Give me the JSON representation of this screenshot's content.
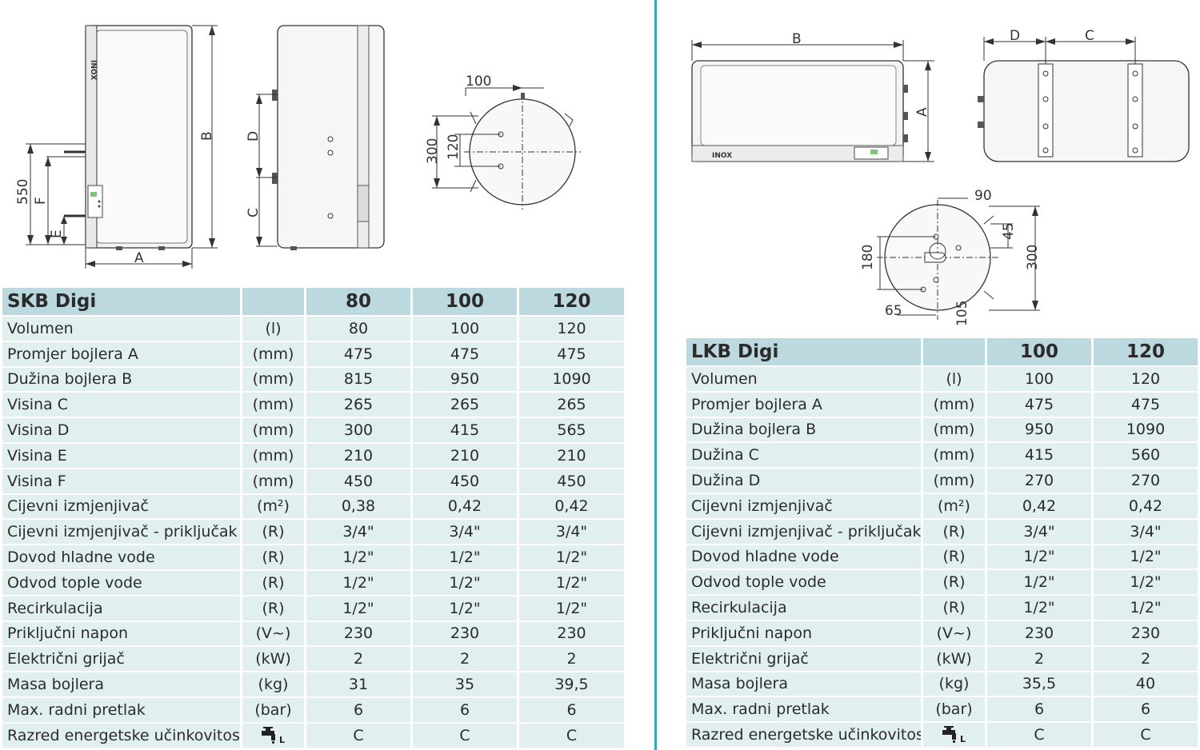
{
  "skb": {
    "title": "SKB Digi",
    "models": [
      "80",
      "100",
      "120"
    ],
    "rows": [
      {
        "label": "Volumen",
        "unit": "(l)",
        "values": [
          "80",
          "100",
          "120"
        ]
      },
      {
        "label": "Promjer bojlera  A",
        "unit": "(mm)",
        "values": [
          "475",
          "475",
          "475"
        ]
      },
      {
        "label": "Dužina bojlera  B",
        "unit": "(mm)",
        "values": [
          "815",
          "950",
          "1090"
        ]
      },
      {
        "label": "Visina  C",
        "unit": "(mm)",
        "values": [
          "265",
          "265",
          "265"
        ]
      },
      {
        "label": "Visina  D",
        "unit": "(mm)",
        "values": [
          "300",
          "415",
          "565"
        ]
      },
      {
        "label": "Visina  E",
        "unit": "(mm)",
        "values": [
          "210",
          "210",
          "210"
        ]
      },
      {
        "label": "Visina  F",
        "unit": "(mm)",
        "values": [
          "450",
          "450",
          "450"
        ]
      },
      {
        "label": "Cijevni izmjenjivač",
        "unit": "(m²)",
        "values": [
          "0,38",
          "0,42",
          "0,42"
        ]
      },
      {
        "label": "Cijevni izmjenjivač - priključak",
        "unit": "(R)",
        "values": [
          "3/4\"",
          "3/4\"",
          "3/4\""
        ]
      },
      {
        "label": "Dovod hladne vode",
        "unit": "(R)",
        "values": [
          "1/2\"",
          "1/2\"",
          "1/2\""
        ]
      },
      {
        "label": "Odvod tople vode",
        "unit": "(R)",
        "values": [
          "1/2\"",
          "1/2\"",
          "1/2\""
        ]
      },
      {
        "label": "Recirkulacija",
        "unit": "(R)",
        "values": [
          "1/2\"",
          "1/2\"",
          "1/2\""
        ]
      },
      {
        "label": "Priključni napon",
        "unit": "(V~)",
        "values": [
          "230",
          "230",
          "230"
        ]
      },
      {
        "label": "Električni grijač",
        "unit": "(kW)",
        "values": [
          "2",
          "2",
          "2"
        ]
      },
      {
        "label": "Masa bojlera",
        "unit": "(kg)",
        "values": [
          "31",
          "35",
          "39,5"
        ]
      },
      {
        "label": "Max. radni pretlak",
        "unit": "(bar)",
        "values": [
          "6",
          "6",
          "6"
        ]
      },
      {
        "label": "Razred energetske učinkovitosti",
        "unit": "",
        "unit_icon": "tap-L-icon",
        "values": [
          "C",
          "C",
          "C"
        ]
      }
    ]
  },
  "lkb": {
    "title": "LKB Digi",
    "models": [
      "100",
      "120"
    ],
    "rows": [
      {
        "label": "Volumen",
        "unit": "(l)",
        "values": [
          "100",
          "120"
        ]
      },
      {
        "label": "Promjer bojlera  A",
        "unit": "(mm)",
        "values": [
          "475",
          "475"
        ]
      },
      {
        "label": "Dužina bojlera  B",
        "unit": "(mm)",
        "values": [
          "950",
          "1090"
        ]
      },
      {
        "label": "Dužina  C",
        "unit": "(mm)",
        "values": [
          "415",
          "560"
        ]
      },
      {
        "label": "Dužina  D",
        "unit": "(mm)",
        "values": [
          "270",
          "270"
        ]
      },
      {
        "label": "Cijevni izmjenjivač",
        "unit": "(m²)",
        "values": [
          "0,42",
          "0,42"
        ]
      },
      {
        "label": "Cijevni izmjenjivač - priključak",
        "unit": "(R)",
        "values": [
          "3/4\"",
          "3/4\""
        ]
      },
      {
        "label": "Dovod hladne vode",
        "unit": "(R)",
        "values": [
          "1/2\"",
          "1/2\""
        ]
      },
      {
        "label": "Odvod tople vode",
        "unit": "(R)",
        "values": [
          "1/2\"",
          "1/2\""
        ]
      },
      {
        "label": "Recirkulacija",
        "unit": "(R)",
        "values": [
          "1/2\"",
          "1/2\""
        ]
      },
      {
        "label": "Priključni napon",
        "unit": "(V~)",
        "values": [
          "230",
          "230"
        ]
      },
      {
        "label": "Električni grijač",
        "unit": "(kW)",
        "values": [
          "2",
          "2"
        ]
      },
      {
        "label": "Masa bojlera",
        "unit": "(kg)",
        "values": [
          "35,5",
          "40"
        ]
      },
      {
        "label": "Max. radni pretlak",
        "unit": "(bar)",
        "values": [
          "6",
          "6"
        ]
      },
      {
        "label": "Razred energetske učinkovitosti",
        "unit": "",
        "unit_icon": "tap-L-icon",
        "values": [
          "C",
          "C"
        ]
      }
    ]
  },
  "drawings": {
    "skb_front": {
      "label_a": "A",
      "label_b": "B",
      "label_f": "F",
      "label_e": "E",
      "label_550": "550",
      "brand": "INOX"
    },
    "skb_side": {
      "label_d": "D",
      "label_c": "C"
    },
    "skb_top": {
      "label_100": "100",
      "label_300": "300",
      "label_120": "120"
    },
    "lkb_front": {
      "label_b": "B",
      "label_a": "A",
      "brand": "INOX"
    },
    "lkb_side": {
      "label_d": "D",
      "label_c": "C"
    },
    "lkb_end": {
      "label_90": "90",
      "label_45": "45",
      "label_300": "300",
      "label_180": "180",
      "label_65": "65",
      "label_105": "105"
    }
  },
  "icon_tap_letter": "L",
  "colors": {
    "accent_divider": "#3aa6be",
    "header_bg": "#bcd9df",
    "row_bg": "#e1efef"
  }
}
